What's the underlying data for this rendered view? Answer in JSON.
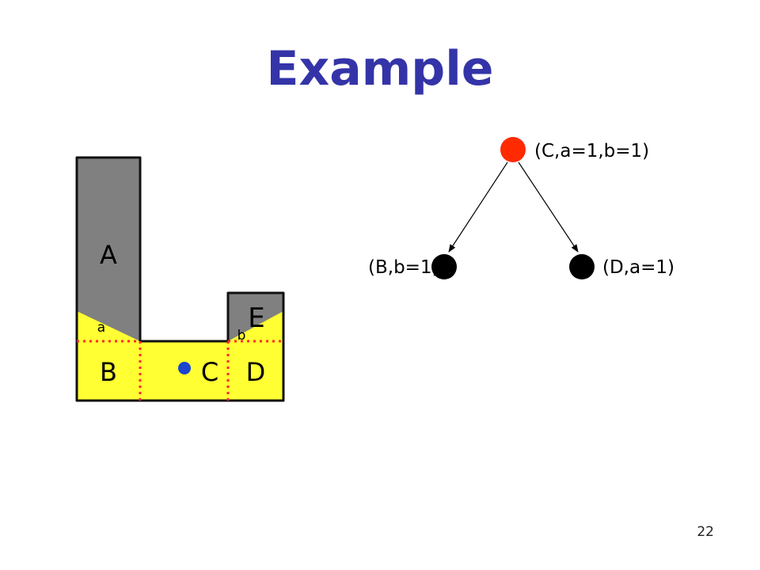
{
  "slide": {
    "title": "Example",
    "page_number": "22"
  },
  "map": {
    "regions": {
      "A": "A",
      "B": "B",
      "C": "C",
      "D": "D",
      "E": "E"
    },
    "points": {
      "a": "a",
      "b": "b"
    }
  },
  "tree": {
    "root_label": "(C,a=1,b=1)",
    "left_label": "(B,b=1)",
    "right_label": "(D,a=1)"
  },
  "colors": {
    "title": "#3434a8",
    "wall_gray": "#808080",
    "visible_yellow": "#ffff33",
    "boundary_red": "#ff2a2a",
    "robot_blue": "#1a44d0",
    "root_node_red": "#ff2a00",
    "child_node_black": "#000000"
  }
}
